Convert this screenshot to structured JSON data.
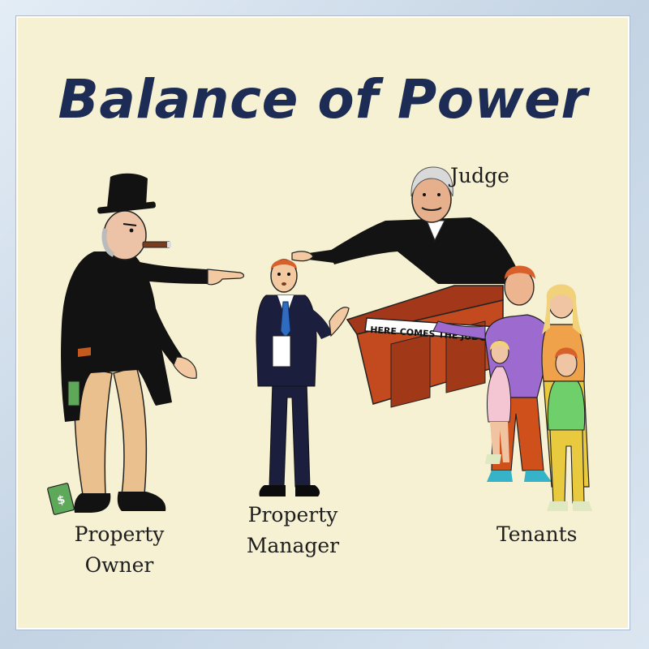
{
  "title": "Balance of Power",
  "labels": {
    "judge": "Judge",
    "owner_line1": "Property",
    "owner_line2": "Owner",
    "manager_line1": "Property",
    "manager_line2": "Manager",
    "tenants": "Tenants"
  },
  "bench_sign": "HERE COMES THE JUDGE",
  "currency_symbol": "$",
  "colors": {
    "background": "#f6f1d3",
    "title": "#1c2c54",
    "suit": "#121212",
    "manager_suit": "#1b1e3d",
    "bench": "#c24a1e",
    "frame": "#c3d3e3"
  },
  "icons": [
    "top-hat-icon",
    "cigar-icon",
    "money-bill-icon",
    "necktie-icon",
    "judge-wig-icon"
  ]
}
